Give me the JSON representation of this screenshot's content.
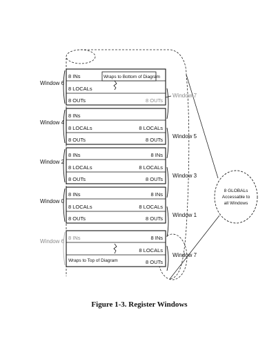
{
  "diagram": {
    "registers": {
      "ins": "8 INs",
      "locals": "8 LOCALs",
      "outs": "8 OUTs"
    },
    "left_labels": {
      "w6_top": "Window 6",
      "w4": "Window 4",
      "w2": "Window 2",
      "w0": "Window 0",
      "w6_bottom": "Window 6"
    },
    "right_labels": {
      "w7_top": "Window 7",
      "w5": "Window 5",
      "w3": "Window 3",
      "w1": "Window 1",
      "w7_bottom": "Window 7"
    },
    "notes": {
      "wrap_bottom": "Wraps to Bottom of Diagram",
      "wrap_top": "Wraps to Top of Diagram"
    },
    "globals": {
      "line1": "8 GLOBALs",
      "line2": "Accessable to",
      "line3": "all Windows"
    },
    "caption": "Figure 1-3.  Register Windows"
  }
}
